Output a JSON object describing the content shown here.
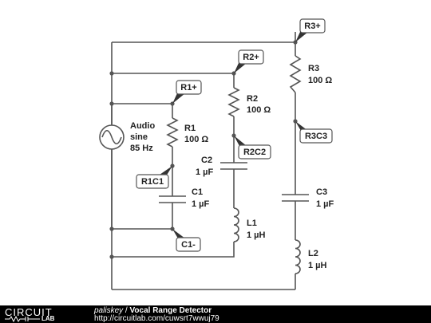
{
  "source": {
    "name": "Audio",
    "line2": "sine",
    "freq": "85 Hz"
  },
  "tags": {
    "r1p": "R1+",
    "r2p": "R2+",
    "r3p": "R3+",
    "r1c1": "R1C1",
    "r2c2": "R2C2",
    "r3c3": "R3C3",
    "c1m": "C1-"
  },
  "parts": {
    "r1": {
      "name": "R1",
      "value": "100 Ω"
    },
    "r2": {
      "name": "R2",
      "value": "100 Ω"
    },
    "r3": {
      "name": "R3",
      "value": "100 Ω"
    },
    "c1": {
      "name": "C1",
      "value": "1 µF"
    },
    "c2": {
      "name": "C2",
      "value": "1 µF"
    },
    "c3": {
      "name": "C3",
      "value": "1 µF"
    },
    "l1": {
      "name": "L1",
      "value": "1 µH"
    },
    "l2": {
      "name": "L2",
      "value": "1 µH"
    }
  },
  "footer": {
    "logo_top": "CIRCUIT",
    "logo_bottom": "LAB",
    "author": "paliskey",
    "separator": " / ",
    "title": "Vocal Range Detector",
    "url": "http://circuitlab.com/cuwsrt7wwuj79"
  }
}
